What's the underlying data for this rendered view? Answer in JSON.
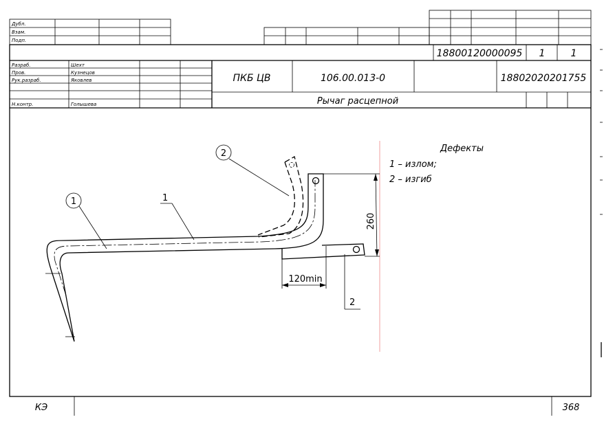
{
  "title_block": {
    "row_labels": [
      "Дубл.",
      "Взам.",
      "Подп."
    ],
    "doc_code": "18800120000095",
    "sheet": "1",
    "sheets": "1",
    "roles": [
      {
        "role": "Разраб.",
        "name": "Шехт"
      },
      {
        "role": "Пров.",
        "name": "Кузнецов"
      },
      {
        "role": "Рук.разраб.",
        "name": "Яковлев"
      },
      {
        "role": "",
        "name": ""
      },
      {
        "role": "Н.контр.",
        "name": "Голышева"
      }
    ],
    "organization": "ПКБ ЦВ",
    "part_number": "106.00.013-0",
    "doc_number": "18802020201755",
    "part_name": "Рычаг расцепной"
  },
  "legend": {
    "title": "Дефекты",
    "items": [
      "1 – излом;",
      "2 – изгиб"
    ]
  },
  "drawing": {
    "balloon_1": "1",
    "balloon_2": "2",
    "leader_1": "1",
    "leader_2": "2",
    "dim_vertical": "260",
    "dim_horizontal": "120min"
  },
  "footer": {
    "doc_type": "КЭ",
    "page": "368"
  }
}
